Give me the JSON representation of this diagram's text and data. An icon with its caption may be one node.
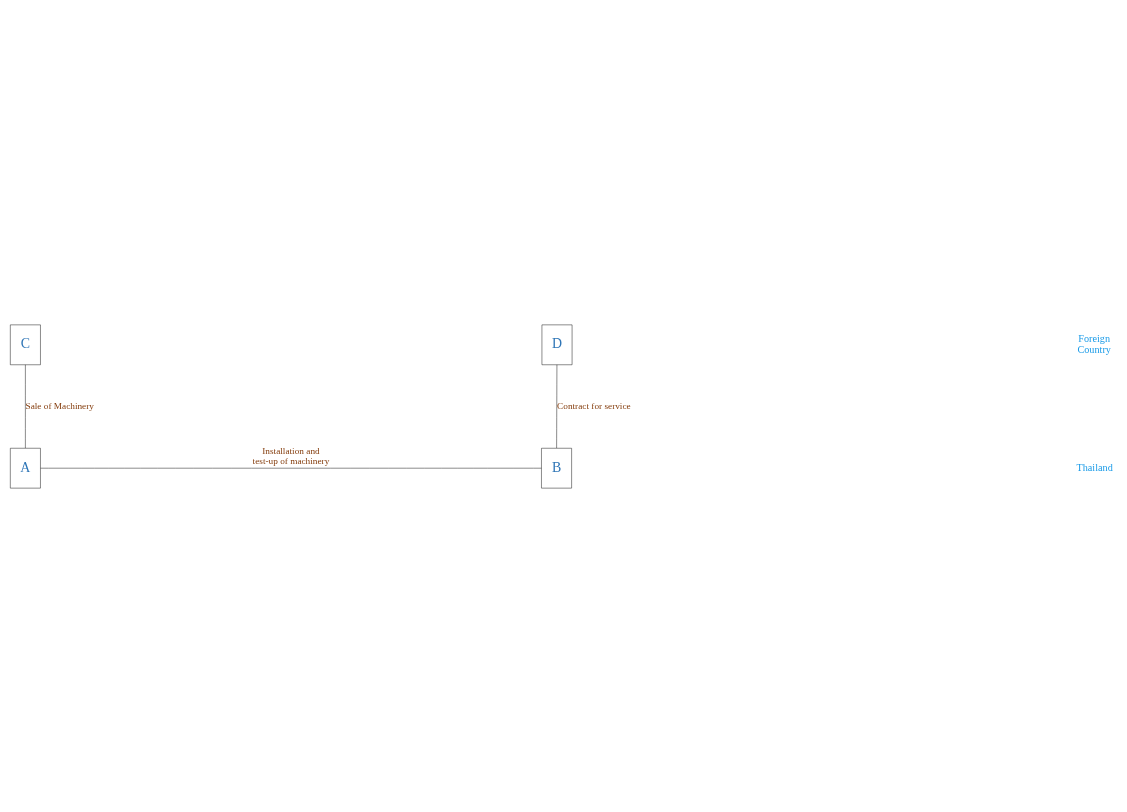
{
  "diagram": {
    "nodes": [
      {
        "text": [
          "C"
        ]
      },
      {
        "text": [
          "D"
        ]
      },
      {
        "text": [
          "A"
        ]
      },
      {
        "text": [
          "B"
        ]
      }
    ],
    "edges": [
      {
        "from": 0,
        "to": 2,
        "arrow": "none",
        "label": "Sale of Machinery"
      },
      {
        "from": 1,
        "to": 3,
        "arrow": "none",
        "label": "Contract for service"
      },
      {
        "from": 2,
        "to": 3,
        "arrow": "none",
        "label": "Installation and test-up of machinery"
      }
    ],
    "labels": [
      "Foreign Country",
      "Thailand"
    ]
  }
}
